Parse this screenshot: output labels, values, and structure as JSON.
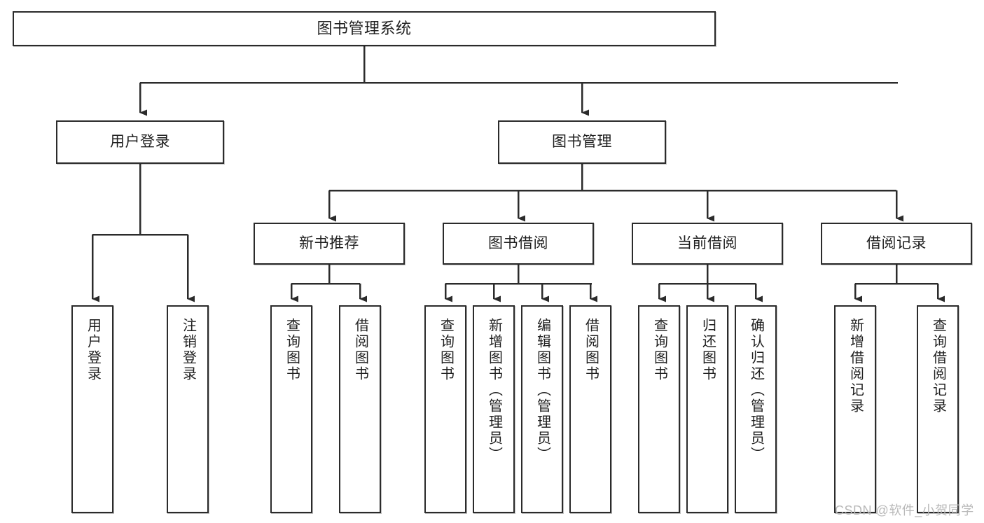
{
  "diagram": {
    "title": "图书管理系统",
    "type": "function-structure-tree",
    "watermark": "CSDN @软件_小贺同学",
    "colors": {
      "box_border": "#2b2b2b",
      "box_fill": "#ffffff",
      "connector": "#2b2b2b",
      "text": "#1f1f1f",
      "watermark": "#b9b9b9",
      "background": "#ffffff"
    },
    "nodes": {
      "root": {
        "label": "图书管理系统"
      },
      "level1": [
        {
          "label": "用户登录"
        },
        {
          "label": "图书管理"
        }
      ],
      "level2": [
        {
          "label": "新书推荐"
        },
        {
          "label": "图书借阅"
        },
        {
          "label": "当前借阅"
        },
        {
          "label": "借阅记录"
        }
      ],
      "leaves": {
        "user_login": [
          {
            "label": "用户登录"
          },
          {
            "label": "注销登录"
          }
        ],
        "new_book_recommend": [
          {
            "label": "查询图书"
          },
          {
            "label": "借阅图书"
          }
        ],
        "book_borrow": [
          {
            "label": "查询图书"
          },
          {
            "label": "新增图书（管理员）"
          },
          {
            "label": "编辑图书（管理员）"
          },
          {
            "label": "借阅图书"
          }
        ],
        "current_borrow": [
          {
            "label": "查询图书"
          },
          {
            "label": "归还图书"
          },
          {
            "label": "确认归还（管理员）"
          }
        ],
        "borrow_record": [
          {
            "label": "新增借阅记录"
          },
          {
            "label": "查询借阅记录"
          }
        ]
      }
    }
  }
}
